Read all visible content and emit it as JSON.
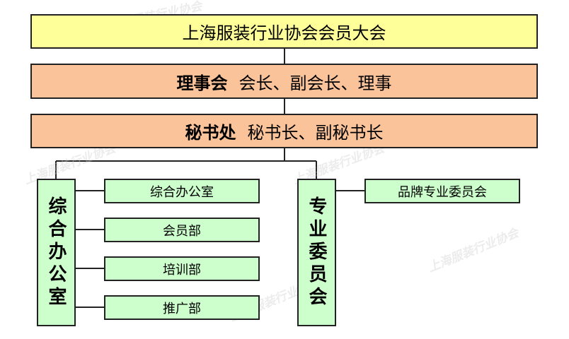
{
  "assembly": {
    "label": "上海服装行业协会会员大会"
  },
  "council": {
    "title": "理事会",
    "members": "会长、副会长、理事"
  },
  "secretariat": {
    "title": "秘书处",
    "members": "秘书长、副秘书长"
  },
  "general_office": {
    "label": "综合办公室",
    "departments": [
      "综合办公室",
      "会员部",
      "培训部",
      "推广部"
    ]
  },
  "specialized_committee": {
    "label": "专业委员会",
    "departments": [
      "品牌专业委员会"
    ]
  },
  "watermark": "上海服装行业协会",
  "colors": {
    "assembly_fill": "#ffff99",
    "council_fill": "#fbc39a",
    "department_fill": "#ccffcc",
    "border": "#222222"
  }
}
